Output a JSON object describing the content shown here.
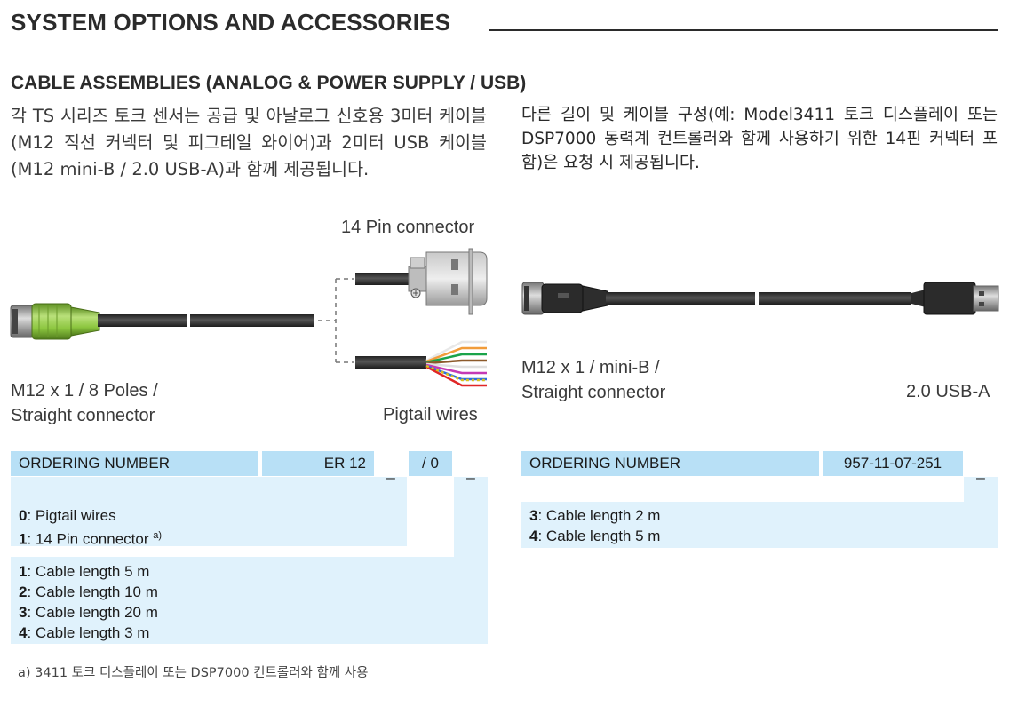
{
  "header": {
    "title": "SYSTEM OPTIONS AND ACCESSORIES",
    "section_title": "CABLE ASSEMBLIES (ANALOG & POWER SUPPLY / USB)"
  },
  "intro": {
    "left": "각 TS 시리즈 토크 센서는 공급 및 아날로그 신호용 3미터 케이블(M12 직선 커넥터 및 피그테일 와이어)과 2미터 USB 케이블(M12 mini-B / 2.0 USB-A)과 함께 제공됩니다.",
    "right": "다른 길이 및 케이블 구성(예: Model3411 토크 디스플레이 또는 DSP7000 동력계 컨트롤러와 함께 사용하기 위한 14핀 커넥터 포함)은 요청 시 제공됩니다."
  },
  "left_figure": {
    "pin_connector_label": "14 Pin connector",
    "m12_label_line1": "M12 x 1 / 8 Poles /",
    "m12_label_line2": "Straight connector",
    "pigtail_label": "Pigtail wires"
  },
  "right_figure": {
    "miniB_label_line1": "M12 x 1 / mini-B /",
    "miniB_label_line2": "Straight connector",
    "usb_label": "2.0 USB-A"
  },
  "left_table": {
    "header": "ORDERING NUMBER",
    "code": "ER 12",
    "slot1": "_",
    "code2": "/ 0",
    "slot2": "_",
    "group1": [
      {
        "key": "0",
        "text": ": Pigtail wires",
        "sup": ""
      },
      {
        "key": "1",
        "text": ": 14 Pin connector ",
        "sup": "a)"
      }
    ],
    "group2": [
      {
        "key": "1",
        "text": ": Cable length 5 m"
      },
      {
        "key": "2",
        "text": ": Cable length 10 m"
      },
      {
        "key": "3",
        "text": ": Cable length 20 m"
      },
      {
        "key": "4",
        "text": ": Cable length 3 m"
      }
    ]
  },
  "right_table": {
    "header": "ORDERING NUMBER",
    "code": "957-11-07-251",
    "slot": "_",
    "group": [
      {
        "key": "3",
        "text": ": Cable length 2 m"
      },
      {
        "key": "4",
        "text": ": Cable length 5 m"
      }
    ]
  },
  "footnote": "a) 3411 토크 디스플레이 또는 DSP7000 컨트롤러와 함께 사용",
  "colors": {
    "table_header": "#b8e0f6",
    "table_body": "#e0f2fc",
    "cable": "#3b3b3b",
    "connector_green": "#8cc63f"
  }
}
